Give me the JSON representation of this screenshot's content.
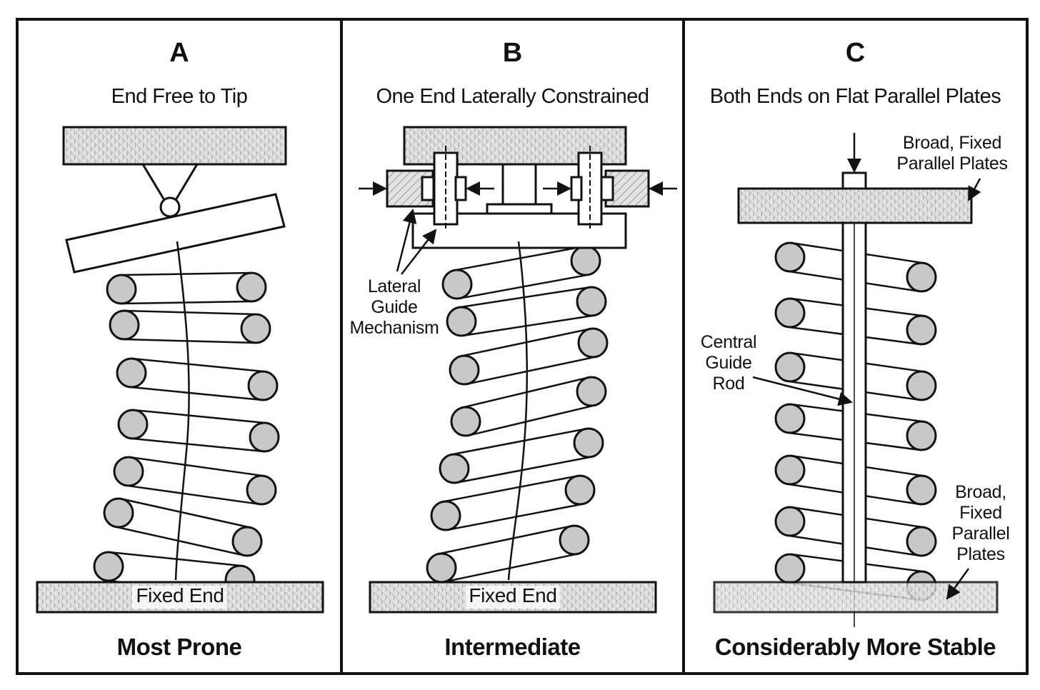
{
  "panels": [
    {
      "letter": "A",
      "subtitle": "End Free to Tip",
      "base_label": "Fixed End",
      "rating": "Most Prone"
    },
    {
      "letter": "B",
      "subtitle": "One End Laterally Constrained",
      "base_label": "Fixed End",
      "rating": "Intermediate",
      "callouts": {
        "guide": [
          "Lateral",
          "Guide",
          "Mechanism"
        ]
      }
    },
    {
      "letter": "C",
      "subtitle": "Both Ends on Flat Parallel Plates",
      "rating": "Considerably More Stable",
      "callouts": {
        "top_plates": [
          "Broad, Fixed",
          "Parallel Plates"
        ],
        "rod": [
          "Central",
          "Guide",
          "Rod"
        ],
        "bottom_plates": [
          "Broad,",
          "Fixed",
          "Parallel",
          "Plates"
        ]
      }
    }
  ],
  "colors": {
    "line": "#111111",
    "hatch": "#bdbdbd",
    "coil": "#c8c8c8"
  }
}
